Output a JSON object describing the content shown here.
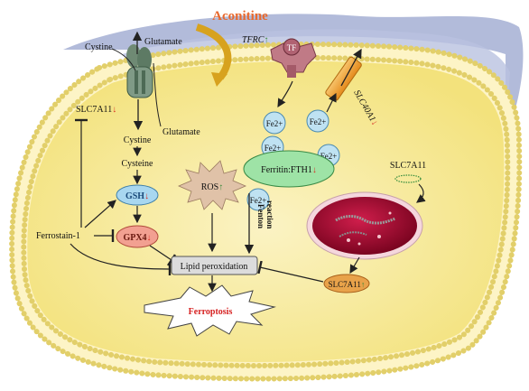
{
  "title": "Aconitine",
  "labels": {
    "cystine_top": "Cystine",
    "glutamate_top": "Glutamate",
    "glutamate_inner": "Glutamate",
    "cystine_inner": "Cystine",
    "cysteine": "Cysteine",
    "slc7a11_left": "SLC7A11",
    "slc7a11_right": "SLC7A11",
    "slc7a11_bottom": "SLC7A11",
    "gsh": "GSH",
    "gpx4": "GPX4",
    "ferrostain": "Ferrostain-1",
    "ros": "ROS",
    "lipid": "Lipid peroxidation",
    "ferroptosis": "Ferroptosis",
    "tfrc": "TFRC",
    "tf": "TF",
    "slc40a1": "SLC40A1",
    "fe_a": "Fe2+",
    "fe_b": "Fe2+",
    "fe_c": "Fe2+",
    "fe_d": "Fe2+",
    "fe_e": "Fe2+",
    "ferritin": "Ferritin:FTH1",
    "fenton_1": "Fenton",
    "fenton_2": "reaction"
  },
  "arrows": {
    "up": "↑",
    "down": "↓"
  },
  "colors": {
    "cytoplasm": "#f8ec9f",
    "membrane": "#fff6c8",
    "extracellular": "#aab4d6",
    "title": "#e8692e",
    "down_arrow": "#d93025",
    "up_arrow": "#3a8a3a",
    "fe_ion": "#bfe2f2",
    "ferritin": "#9ee3a6",
    "gsh": "#a8d7f0",
    "gpx4": "#f2a091",
    "ros": "#e0c2a8",
    "ferroptosis_text": "#d62020",
    "slc7a11_bottom": "#e8a24a",
    "lysosome": "#b0103a",
    "receptor": "#c07a86",
    "slc40a1": "#f0a63a"
  }
}
